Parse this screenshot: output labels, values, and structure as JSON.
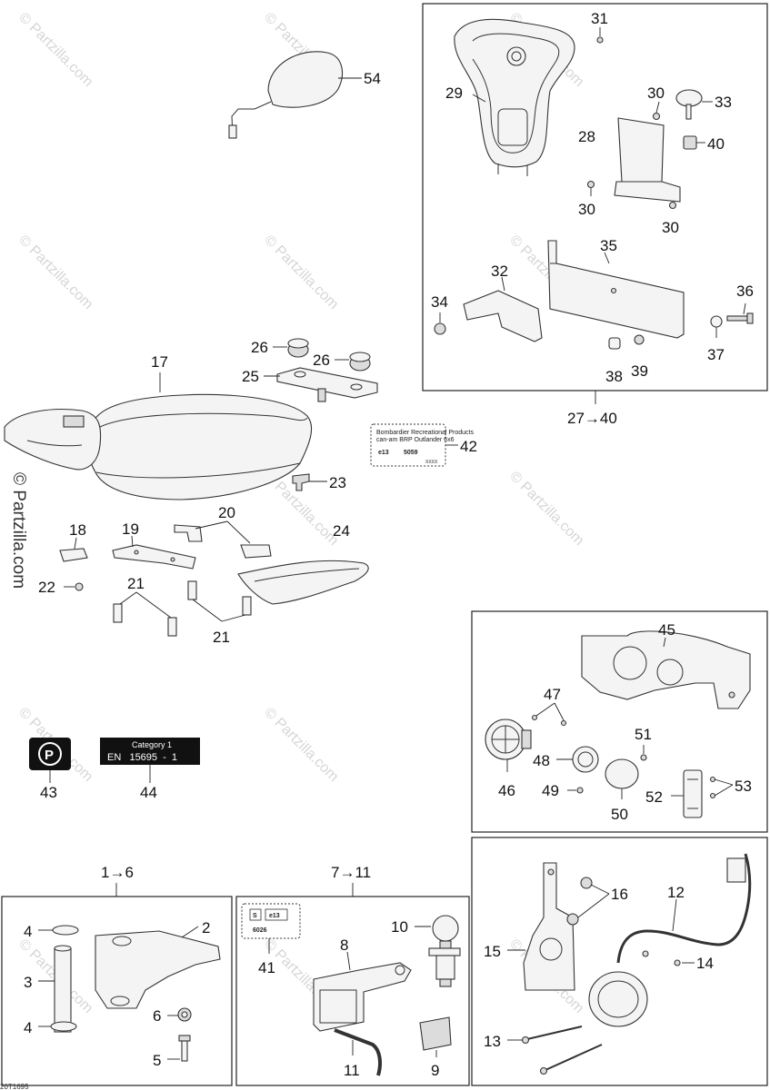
{
  "watermark": "© Partzilla.com",
  "footer_code": "20T1695",
  "callouts": {
    "c1_6": "1→6",
    "c2": "2",
    "c3": "3",
    "c4a": "4",
    "c4b": "4",
    "c5": "5",
    "c6": "6",
    "c7_11": "7→11",
    "c8": "8",
    "c9": "9",
    "c10": "10",
    "c11": "11",
    "c12": "12",
    "c13": "13",
    "c14": "14",
    "c15": "15",
    "c16": "16",
    "c17": "17",
    "c18": "18",
    "c19": "19",
    "c20": "20",
    "c21a": "21",
    "c21b": "21",
    "c22": "22",
    "c23": "23",
    "c24": "24",
    "c25": "25",
    "c26a": "26",
    "c26b": "26",
    "c27_40": "27→40",
    "c28": "28",
    "c29": "29",
    "c30a": "30",
    "c30b": "30",
    "c30c": "30",
    "c31": "31",
    "c32": "32",
    "c33": "33",
    "c34": "34",
    "c35": "35",
    "c36": "36",
    "c37": "37",
    "c38": "38",
    "c39": "39",
    "c40": "40",
    "c41": "41",
    "c42": "42",
    "c43": "43",
    "c44": "44",
    "c45": "45",
    "c46": "46",
    "c47": "47",
    "c48": "48",
    "c49": "49",
    "c50": "50",
    "c51": "51",
    "c52": "52",
    "c53": "53",
    "c54": "54"
  },
  "label_42": {
    "line1": "Bombardier Recreational Products",
    "line2": "can-am BRP Outlander 6x6",
    "mark": "e13",
    "code": "5059",
    "foot": "XXXX"
  },
  "label_44": {
    "line1": "Category 1",
    "line2": "EN   15695  -  1"
  },
  "label_41": {
    "s": "S",
    "mark": "e13",
    "code": "6026"
  }
}
